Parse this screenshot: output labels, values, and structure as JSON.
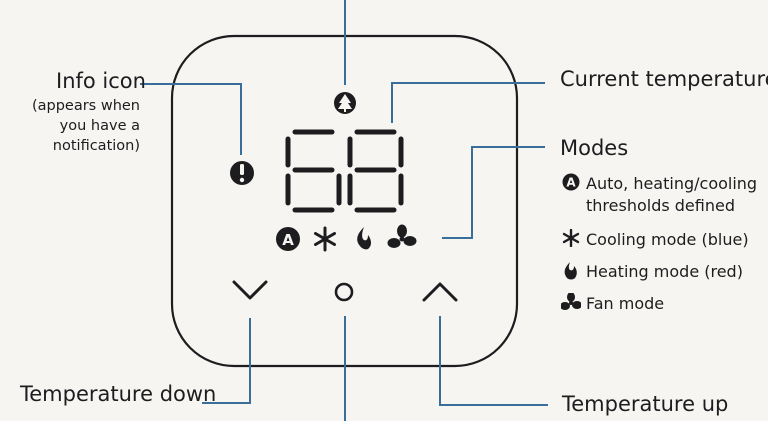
{
  "labels": {
    "info_title": "Info icon",
    "info_sub": [
      "(appears when",
      "you have a",
      "notification)"
    ],
    "current_temperature": "Current temperature",
    "modes_title": "Modes",
    "temperature_down": "Temperature down",
    "temperature_up": "Temperature up"
  },
  "modes": [
    {
      "icon": "auto-icon",
      "lines": [
        "Auto, heating/cooling",
        "thresholds defined"
      ]
    },
    {
      "icon": "snowflake-icon",
      "lines": [
        "Cooling mode (blue)"
      ]
    },
    {
      "icon": "flame-icon",
      "lines": [
        "Heating mode (red)"
      ]
    },
    {
      "icon": "fan-icon",
      "lines": [
        "Fan mode"
      ]
    }
  ],
  "display": {
    "temperature": "68",
    "mode_letter": "A"
  },
  "colors": {
    "leader_line": "#3a6e9a",
    "ink": "#1d1d1f"
  }
}
